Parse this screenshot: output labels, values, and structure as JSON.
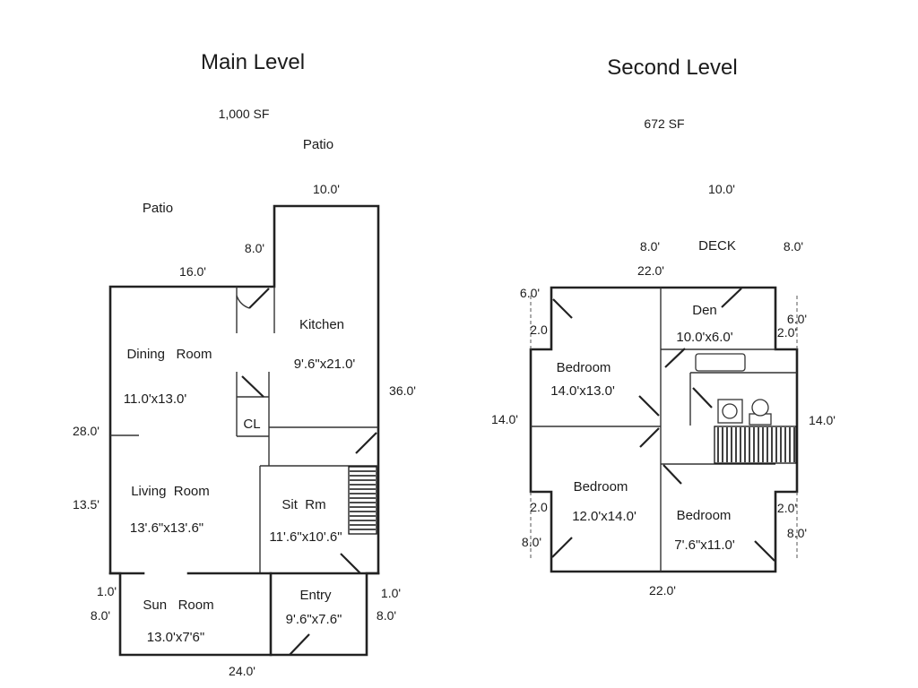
{
  "main_level": {
    "title": "Main Level",
    "area": "1,000 SF",
    "patio_top": "Patio",
    "patio_left": "Patio",
    "rooms": {
      "dining": {
        "name": "Dining   Room",
        "size": "11.0'x13.0'"
      },
      "kitchen": {
        "name": "Kitchen",
        "size": "9'.6\"x21.0'"
      },
      "closet": {
        "name": "CL"
      },
      "living": {
        "name": "Living  Room",
        "size": "13'.6\"x13'.6\""
      },
      "sitting": {
        "name": "Sit  Rm",
        "size": "11'.6\"x10'.6\""
      },
      "sun": {
        "name": "Sun   Room",
        "size": "13.0'x7'6\""
      },
      "entry": {
        "name": "Entry",
        "size": "9'.6\"x7.6\""
      }
    },
    "dimensions": {
      "top_bump": "10.0'",
      "bump_side": "8.0'",
      "top_left": "16.0'",
      "right_side": "36.0'",
      "left_upper": "28.0'",
      "left_lower": "13.5'",
      "left_step": "1.0'",
      "left_sun": "8.0'",
      "right_step": "1.0'",
      "right_entry": "8.0'",
      "bottom": "24.0'"
    }
  },
  "second_level": {
    "title": "Second Level",
    "area": "672 SF",
    "deck": "DECK",
    "rooms": {
      "den": {
        "name": "Den",
        "size": "10.0'x6.0'"
      },
      "bedroom1": {
        "name": "Bedroom",
        "size": "14.0'x13.0'"
      },
      "bedroom2": {
        "name": "Bedroom",
        "size": "12.0'x14.0'"
      },
      "bedroom3": {
        "name": "Bedroom",
        "size": "7'.6\"x11.0'"
      }
    },
    "dimensions": {
      "deck_width": "10.0'",
      "deck_left": "8.0'",
      "deck_right": "8.0'",
      "top": "22.0'",
      "top_left_corner": "6.0'",
      "left_step_top": "2.0",
      "right_corner": "6.0'",
      "right_step_top": "2.0'",
      "left_side": "14.0'",
      "right_side": "14.0'",
      "left_step_bottom": "2.0",
      "left_bottom": "8.0'",
      "right_step_bottom": "2.0'",
      "right_bottom": "8.0'",
      "bottom": "22.0'"
    }
  }
}
